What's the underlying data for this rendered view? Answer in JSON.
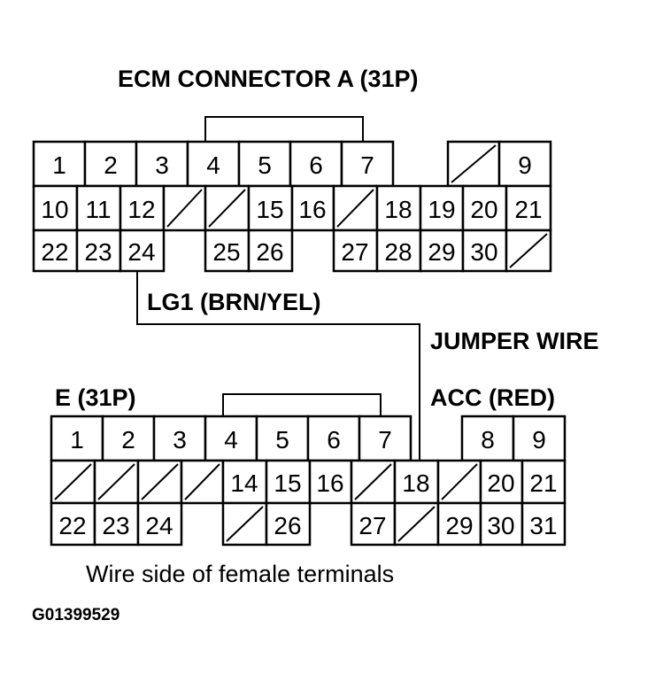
{
  "title_top": "ECM CONNECTOR A (31P)",
  "title_bottom": "E (31P)",
  "wire_label_1": "LG1 (BRN/YEL)",
  "wire_label_2": "JUMPER WIRE",
  "wire_label_3": "ACC (RED)",
  "caption": "Wire side of female terminals",
  "figure_code": "G01399529",
  "top_connector": {
    "row1": [
      "1",
      "2",
      "3",
      "4",
      "5",
      "6",
      "7",
      "",
      "/",
      "9"
    ],
    "row2": [
      "10",
      "11",
      "12",
      "/",
      "/",
      "15",
      "16",
      "/",
      "18",
      "19",
      "20",
      "21"
    ],
    "row3": [
      "22",
      "23",
      "24",
      "",
      "25",
      "26",
      "",
      "27",
      "28",
      "29",
      "30",
      "/"
    ]
  },
  "bottom_connector": {
    "row1": [
      "1",
      "2",
      "3",
      "4",
      "5",
      "6",
      "7",
      "",
      "8",
      "9"
    ],
    "row2": [
      "/",
      "/",
      "/",
      "/",
      "14",
      "15",
      "16",
      "/",
      "18",
      "/",
      "20",
      "21"
    ],
    "row3": [
      "22",
      "23",
      "24",
      "",
      "/",
      "26",
      "",
      "27",
      "/",
      "29",
      "30",
      "31"
    ]
  }
}
